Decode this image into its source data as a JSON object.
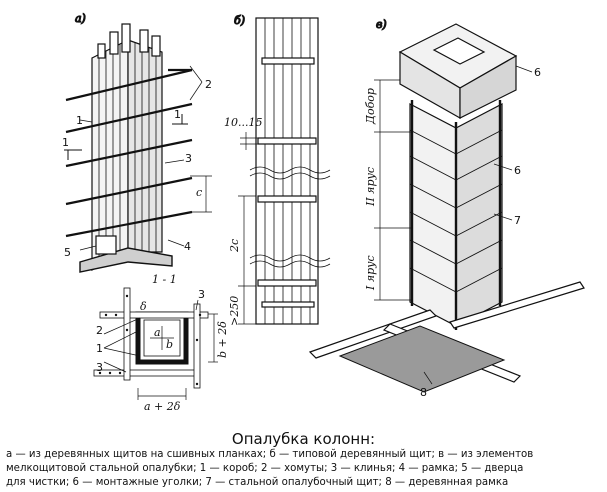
{
  "panels": {
    "a": {
      "tag": "а)",
      "callouts": [
        "1",
        "2",
        "3",
        "4",
        "5"
      ],
      "spacing": "c",
      "section_mark": "1",
      "section_title": "1 - 1"
    },
    "b": {
      "tag": "б)",
      "dims": {
        "top": "10...15",
        "middle": "2c",
        "bottom": ">250"
      }
    },
    "v": {
      "tag": "в)",
      "callouts": [
        "6",
        "6",
        "7",
        "8"
      ],
      "tiers": [
        "Добор",
        "II ярус",
        "I ярус"
      ]
    },
    "section": {
      "callouts": [
        "3",
        "2",
        "1",
        "3"
      ],
      "letters": {
        "d": "δ",
        "a": "a",
        "b": "b"
      },
      "dims": {
        "width": "a + 2δ",
        "height": "b + 2δ"
      }
    }
  },
  "caption": {
    "title": "Опалубка колонн:",
    "lines": [
      "а — из деревянных щитов на сшивных планках; б — типовой деревянный щит; в — из элементов",
      "мелкощитовой стальной опалубки; 1 — короб; 2 — хомуты; 3 — клинья; 4 — рамка; 5 — дверца",
      "для чистки; 6 — монтажные уголки; 7 — стальной опалубочный щит; 8 — деревянная рамка"
    ]
  }
}
